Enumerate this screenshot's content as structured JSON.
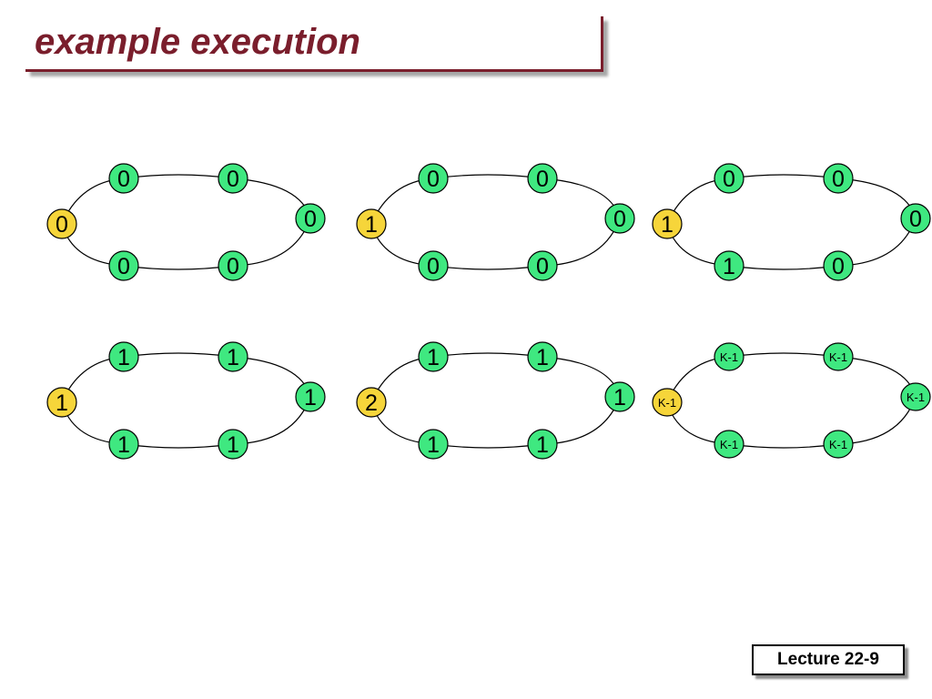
{
  "slide": {
    "title": "example execution",
    "footer": "Lecture 22-9"
  },
  "colors": {
    "title": "#7a1e2c",
    "node_normal": "#3fe880",
    "node_special": "#f6d53a",
    "outline": "#000000"
  },
  "diagram": {
    "rings": [
      {
        "labels": [
          "0",
          "0",
          "0",
          "0",
          "0",
          "0"
        ]
      },
      {
        "labels": [
          "1",
          "0",
          "0",
          "0",
          "0",
          "0"
        ]
      },
      {
        "labels": [
          "1",
          "0",
          "0",
          "0",
          "0",
          "1"
        ]
      },
      {
        "labels": [
          "1",
          "1",
          "1",
          "1",
          "1",
          "1"
        ]
      },
      {
        "labels": [
          "2",
          "1",
          "1",
          "1",
          "1",
          "1"
        ]
      },
      {
        "labels": [
          "K-1",
          "K-1",
          "K-1",
          "K-1",
          "K-1",
          "K-1"
        ]
      }
    ]
  }
}
